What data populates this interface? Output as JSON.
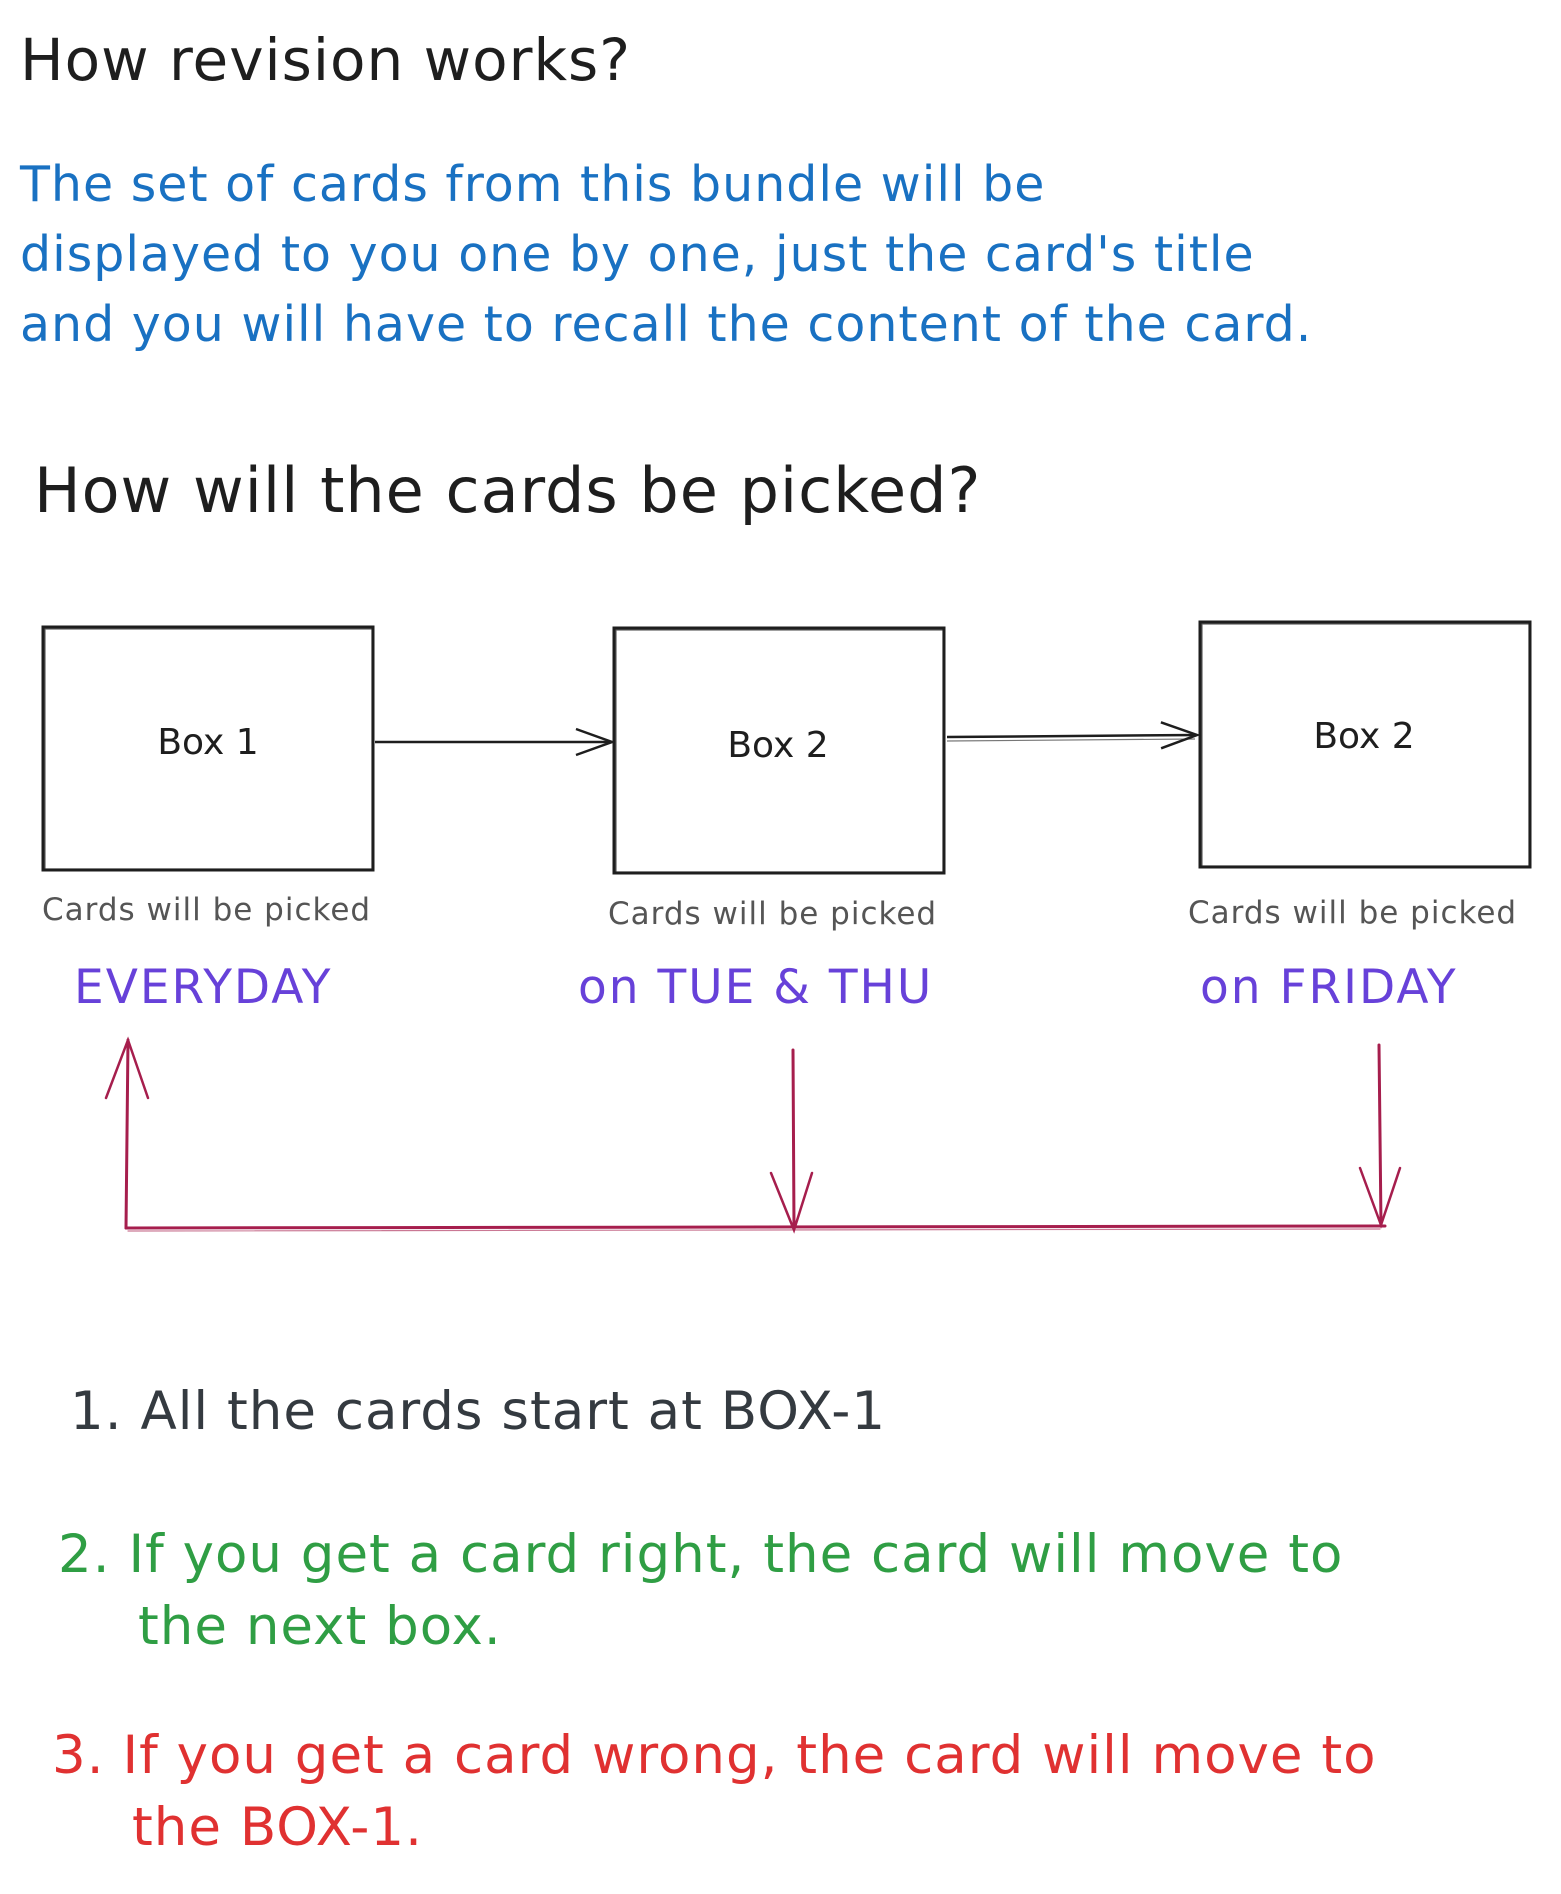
{
  "heading_revision": "How revision works?",
  "intro_lines": [
    "The set of cards from this bundle will be",
    "displayed to you one by one, just the card's title",
    "and you will have to recall the content of the card."
  ],
  "heading_picked": "How will the cards be picked?",
  "boxes": [
    {
      "label": "Box 1",
      "picked_text": "Cards will be picked",
      "schedule": "EVERYDAY"
    },
    {
      "label": "Box 2",
      "picked_text": "Cards will be picked",
      "schedule": "on TUE & THU"
    },
    {
      "label": "Box 2",
      "picked_text": "Cards will be picked",
      "schedule": "on FRIDAY"
    }
  ],
  "rules": [
    {
      "number": "1.",
      "line1": "All the cards start at BOX-1",
      "line2": ""
    },
    {
      "number": "2.",
      "line1": "If you get a card right, the card will move to",
      "line2": "the next box."
    },
    {
      "number": "3.",
      "line1": "If you get a card wrong, the card will move to",
      "line2": "the BOX-1."
    }
  ],
  "colors": {
    "intro": "#1971c2",
    "schedule": "#6741d9",
    "return_arrow": "#a61e4d",
    "rule_right": "#2f9e44",
    "rule_wrong": "#e03131"
  }
}
